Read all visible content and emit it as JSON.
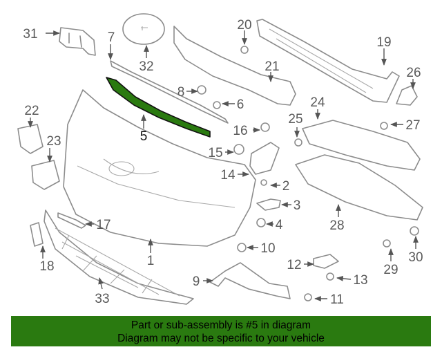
{
  "diagram": {
    "highlight_color": "#2a7a10",
    "callouts": [
      {
        "id": "c1",
        "label": "1"
      },
      {
        "id": "c2",
        "label": "2"
      },
      {
        "id": "c3",
        "label": "3"
      },
      {
        "id": "c4",
        "label": "4"
      },
      {
        "id": "c5",
        "label": "5",
        "highlighted": true
      },
      {
        "id": "c6",
        "label": "6"
      },
      {
        "id": "c7",
        "label": "7"
      },
      {
        "id": "c8",
        "label": "8"
      },
      {
        "id": "c9",
        "label": "9"
      },
      {
        "id": "c10",
        "label": "10"
      },
      {
        "id": "c11",
        "label": "11"
      },
      {
        "id": "c12",
        "label": "12"
      },
      {
        "id": "c13",
        "label": "13"
      },
      {
        "id": "c14",
        "label": "14"
      },
      {
        "id": "c15",
        "label": "15"
      },
      {
        "id": "c16",
        "label": "16"
      },
      {
        "id": "c17",
        "label": "17"
      },
      {
        "id": "c18",
        "label": "18"
      },
      {
        "id": "c19",
        "label": "19"
      },
      {
        "id": "c20",
        "label": "20"
      },
      {
        "id": "c21",
        "label": "21"
      },
      {
        "id": "c22",
        "label": "22"
      },
      {
        "id": "c23",
        "label": "23"
      },
      {
        "id": "c24",
        "label": "24"
      },
      {
        "id": "c25",
        "label": "25"
      },
      {
        "id": "c26",
        "label": "26"
      },
      {
        "id": "c27",
        "label": "27"
      },
      {
        "id": "c28",
        "label": "28"
      },
      {
        "id": "c29",
        "label": "29"
      },
      {
        "id": "c30",
        "label": "30"
      },
      {
        "id": "c31",
        "label": "31"
      },
      {
        "id": "c32",
        "label": "32"
      },
      {
        "id": "c33",
        "label": "33"
      }
    ]
  },
  "banner": {
    "line1": "Part or sub-assembly is #5 in diagram",
    "line2": "Diagram may not be specific to your vehicle",
    "color": "#2a7a10"
  }
}
